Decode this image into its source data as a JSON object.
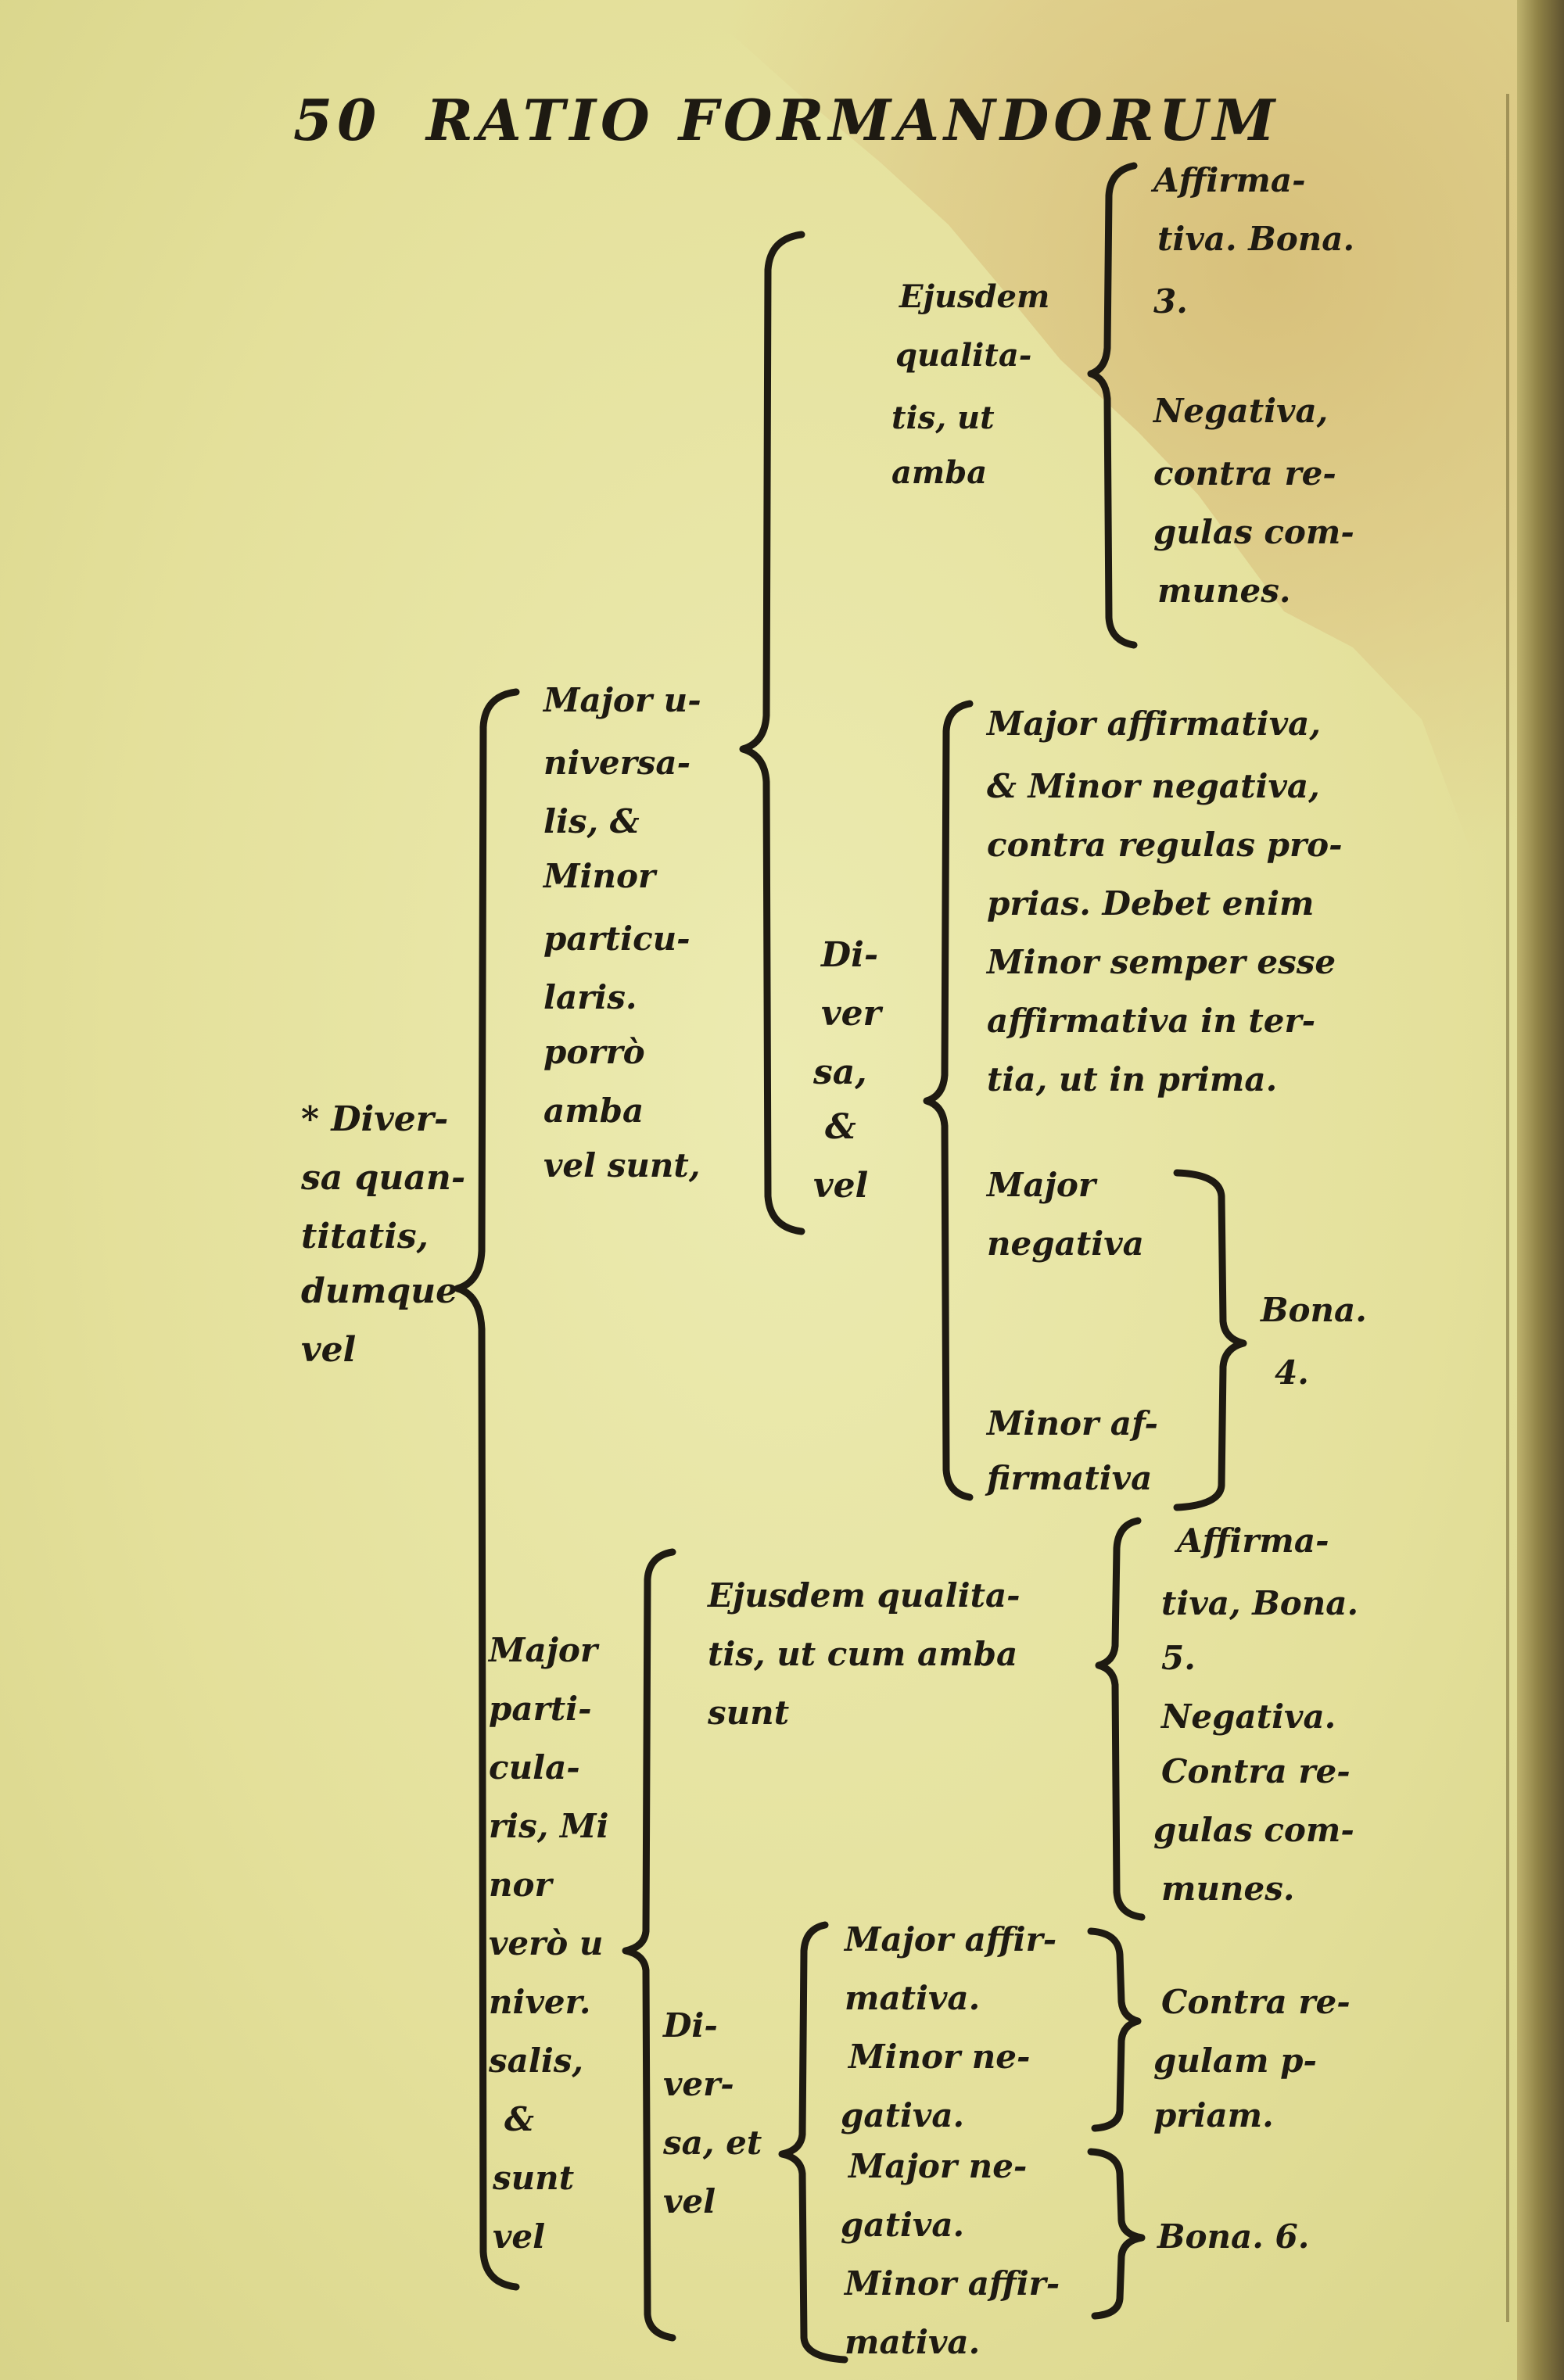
{
  "header": {
    "page_number": "50",
    "title": "RATIO FORMANDORUM"
  },
  "left_root": [
    "* Diver-",
    "sa quan-",
    "titatis,",
    "dumque",
    "vel"
  ],
  "branch_upper": {
    "condition": [
      "Major u-",
      "niversa-",
      "lis, &",
      "Minor",
      "particu-",
      "laris.",
      "porrò",
      "amba",
      "vel sunt,"
    ],
    "same_quality": {
      "label": [
        "Ejusdem",
        "qualita-",
        "tis, ut",
        "amba"
      ],
      "affirmativa": [
        "Affirma-",
        "tiva. Bona.",
        "3."
      ],
      "negativa": [
        "Negativa,",
        "contra re-",
        "gulas com-",
        "munes."
      ]
    },
    "diverse": {
      "label": [
        "Di-",
        "ver",
        "sa,",
        "&",
        "vel"
      ],
      "first": [
        "Major affirmativa,",
        "& Minor negativa,",
        "contra regulas pro-",
        "prias. Debet enim",
        "Minor semper esse",
        "affirmativa in ter-",
        "tia, ut in prima."
      ],
      "major": [
        "Major",
        "negativa"
      ],
      "minor": [
        "Minor af-",
        "firmativa"
      ],
      "result": [
        "Bona.",
        "4."
      ]
    }
  },
  "branch_lower": {
    "condition": [
      "Major",
      "parti-",
      "cula-",
      "ris, Mi",
      "nor",
      "verò u",
      "niver.",
      "salis,",
      "&",
      "sunt",
      "vel"
    ],
    "same_quality": {
      "label": [
        "Ejusdem qualita-",
        "tis, ut cum amba",
        "sunt"
      ],
      "affirmativa": [
        "Affirma-",
        "tiva, Bona.",
        "5."
      ],
      "negativa": [
        "Negativa.",
        "Contra re-",
        "gulas com-",
        "munes."
      ]
    },
    "diverse": {
      "label": [
        "Di-",
        "ver-",
        "sa, et",
        "vel"
      ],
      "pair1": [
        "Major affir-",
        "mativa.",
        "Minor ne-",
        "gativa."
      ],
      "pair1_result": [
        "Contra re-",
        "gulam p-",
        "priam."
      ],
      "pair2": [
        "Major ne-",
        "gativa.",
        "Minor affir-",
        "mativa."
      ],
      "pair2_result": "Bona. 6."
    }
  }
}
